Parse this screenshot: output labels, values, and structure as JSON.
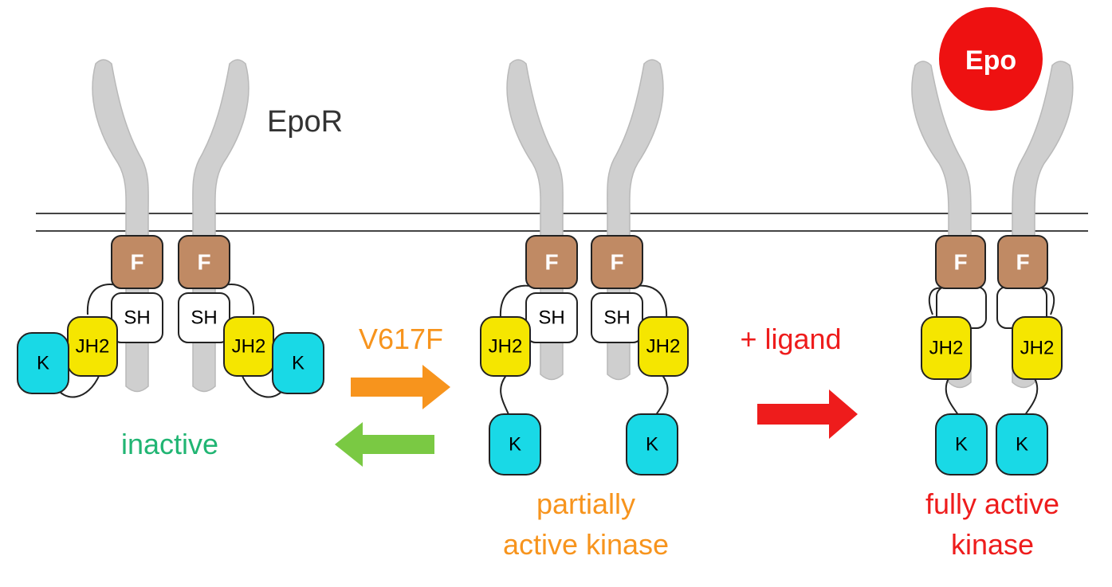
{
  "labels": {
    "receptor": "EpoR",
    "mutation": "V617F",
    "ligand_step": "+ ligand",
    "inactive": "inactive",
    "partial_line1": "partially",
    "partial_line2": "active kinase",
    "full_line1": "fully active",
    "full_line2": "kinase",
    "epo": "Epo"
  },
  "domains": {
    "ferm": "F",
    "sh2": "SH",
    "jh2": "JH2",
    "kinase": "K"
  },
  "colors": {
    "receptor": "#cfcfcf",
    "ferm": "#c08a64",
    "jh2": "#f5e600",
    "kinase": "#19d9e6",
    "epo": "#ee1111",
    "mutation_arrow": "#f7941d",
    "reverse_arrow": "#7ac943",
    "ligand_arrow": "#ee1c1c",
    "inactive_text": "#21b573",
    "partial_text": "#f7941d",
    "full_text": "#ee1c1c"
  }
}
